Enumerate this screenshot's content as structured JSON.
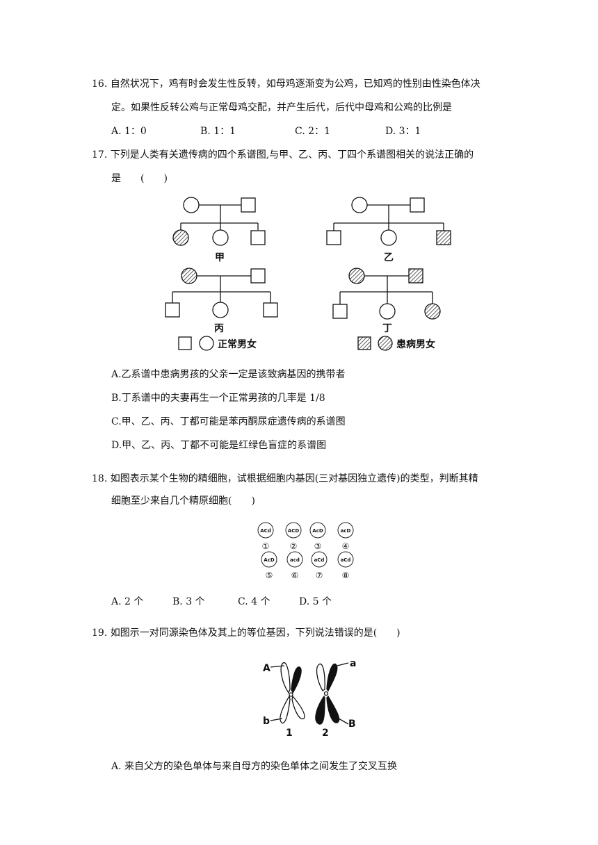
{
  "q16": {
    "line1": "16. 自然状况下，鸡有时会发生性反转，如母鸡逐渐变为公鸡，已知鸡的性别由性染色体决",
    "line2": "定。如果性反转公鸡与正常母鸡交配，并产生后代，后代中母鸡和公鸡的比例是",
    "options": [
      "A. 1：0",
      "B. 1：1",
      "C. 2：1",
      "D. 3：1"
    ]
  },
  "q17": {
    "line1": "17. 下列是人类有关遗传病的四个系谱图,与甲、乙、丙、丁四个系谱图相关的说法正确的",
    "line2": "是　　(　　)",
    "pedigree_labels": [
      "甲",
      "乙",
      "丙",
      "丁"
    ],
    "legend": {
      "normal": "正常男女",
      "affected": "患病男女"
    },
    "options": [
      "A.乙系谱中患病男孩的父亲一定是该致病基因的携带者",
      "B.丁系谱中的夫妻再生一个正常男孩的几率是 1/8",
      "C.甲、乙、丙、丁都可能是苯丙酮尿症遗传病的系谱图",
      "D.甲、乙、丙、丁都不可能是红绿色盲症的系谱图"
    ]
  },
  "q18": {
    "line1": "18. 如图表示某个生物的精细胞，试根据细胞内基因(三对基因独立遗传)的类型，判断其精",
    "line2": "细胞至少来自几个精原细胞(　　)",
    "cells": [
      {
        "genes": "ACd",
        "num": "①"
      },
      {
        "genes": "ACD",
        "num": "②"
      },
      {
        "genes": "AcD",
        "num": "③"
      },
      {
        "genes": "acD",
        "num": "④"
      },
      {
        "genes": "AcD",
        "num": "⑤"
      },
      {
        "genes": "acd",
        "num": "⑥"
      },
      {
        "genes": "aCd",
        "num": "⑦"
      },
      {
        "genes": "aCd",
        "num": "⑧"
      }
    ],
    "options": [
      "A. 2 个",
      "B. 3 个",
      "C. 4 个",
      "D. 5 个"
    ]
  },
  "q19": {
    "line1": "19. 如图示一对同源染色体及其上的等位基因，下列说法错误的是(　　)",
    "chromosome_labels": {
      "A": "A",
      "a": "a",
      "b": "b",
      "B": "B",
      "num1": "1",
      "num2": "2"
    },
    "option_a": "A. 来自父方的染色单体与来自母方的染色单体之间发生了交叉互换"
  }
}
